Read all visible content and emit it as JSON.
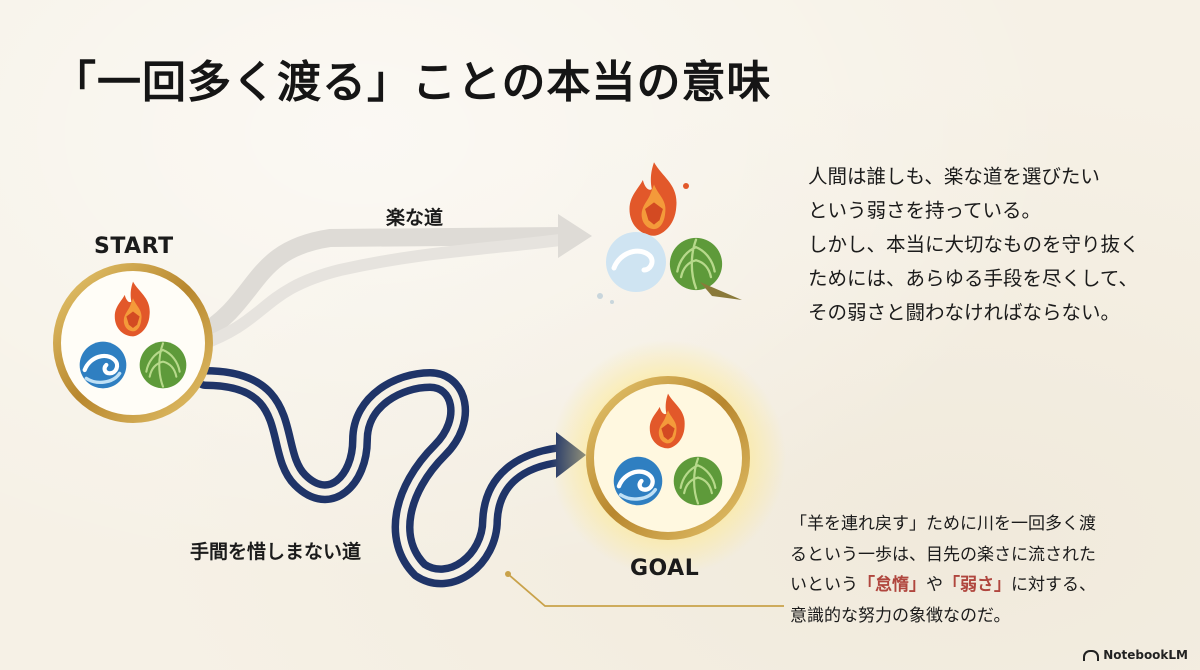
{
  "title": "「一回多く渡る」ことの本当の意味",
  "diagram": {
    "start_label": "START",
    "goal_label": "GOAL",
    "easy_path_label": "楽な道",
    "hard_path_label": "手間を惜しまない道",
    "emblem_icons": [
      "fox-flame-icon",
      "water-swirl-icon",
      "cabbage-icon"
    ],
    "colors": {
      "easy_path": "#d9d6d1",
      "hard_path": "#1f3468",
      "ring_gold": "#c9a24a",
      "flame": "#e2582a",
      "water": "#2f7fc1",
      "cabbage": "#5e9a3a"
    }
  },
  "explanation": {
    "lines": [
      "人間は誰しも、楽な道を選びたい",
      "という弱さを持っている。",
      "しかし、本当に大切なものを守り抜く",
      "ためには、あらゆる手段を尽くして、",
      "その弱さと闘わなければならない。"
    ]
  },
  "note": {
    "line1": "「羊を連れ戻す」ために川を一回多く渡",
    "line2": "るという一歩は、目先の楽さに流された",
    "line3_a": "いという",
    "line3_hl1": "「怠惰」",
    "line3_b": "や",
    "line3_hl2": "「弱さ」",
    "line3_c": "に対する、",
    "line4": "意識的な努力の象徴なのだ。"
  },
  "brand": "NotebookLM"
}
